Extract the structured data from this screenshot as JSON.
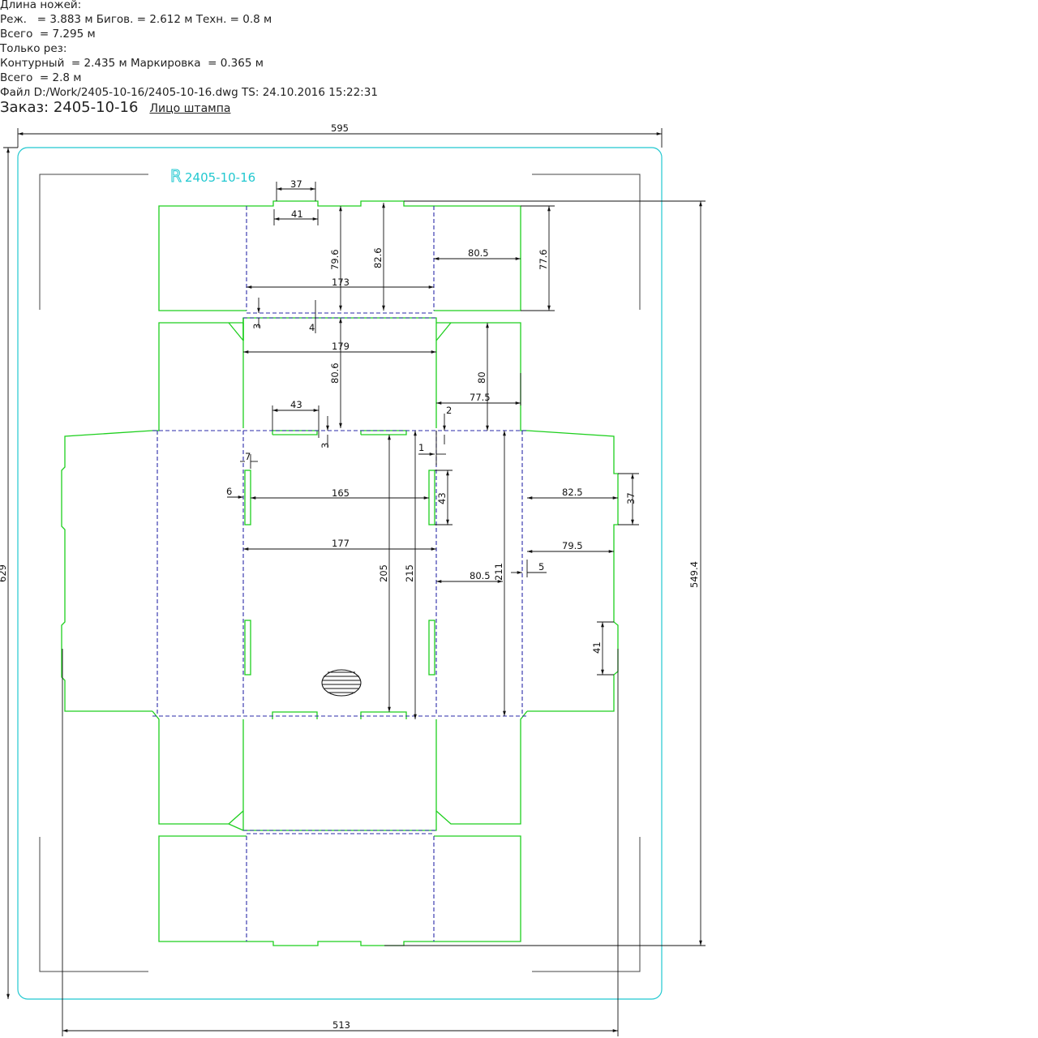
{
  "header": {
    "lines": [
      "Длина ножей:",
      "Реж.   = 3.883 м Бигов. = 2.612 м Техн. = 0.8 м",
      "Всего  = 7.295 м",
      "Только рез:",
      "Контурный  = 2.435 м Маркировка  = 0.365 м",
      "Всего  = 2.8 м",
      "Файл D:/Work/2405-10-16/2405-10-16.dwg TS: 24.10.2016 15:22:31"
    ],
    "order_label": "Заказ: 2405-10-16",
    "face_label": "Лицо штампа"
  },
  "stamp_mark": "2405-10-16",
  "colors": {
    "cut_line": "#1ecf1e",
    "crease_line": "#2a2aa8",
    "border": "#22c8d0",
    "dimension": "#111111"
  },
  "dimensions": {
    "overall_width": "595",
    "overall_height": "629",
    "bottom_width": "513",
    "right_height": "549.4",
    "d37": "37",
    "d41": "41",
    "d79_6": "79.6",
    "d82_6": "82.6",
    "d80_5_top": "80.5",
    "d77_6": "77.6",
    "d173": "173",
    "d3": "3",
    "d4": "4",
    "d179": "179",
    "d80_6": "80.6",
    "d80": "80",
    "d77_5": "77.5",
    "d43_left": "43",
    "d2": "2",
    "d3b": "3",
    "d1": "1",
    "d7": "7",
    "d6": "6",
    "d165": "165",
    "d43_right": "43",
    "d82_5": "82.5",
    "d37_right": "37",
    "d177": "177",
    "d79_5": "79.5",
    "d205": "205",
    "d215": "215",
    "d80_5_mid": "80.5",
    "d211": "211",
    "d5": "5",
    "d41_right": "41"
  }
}
